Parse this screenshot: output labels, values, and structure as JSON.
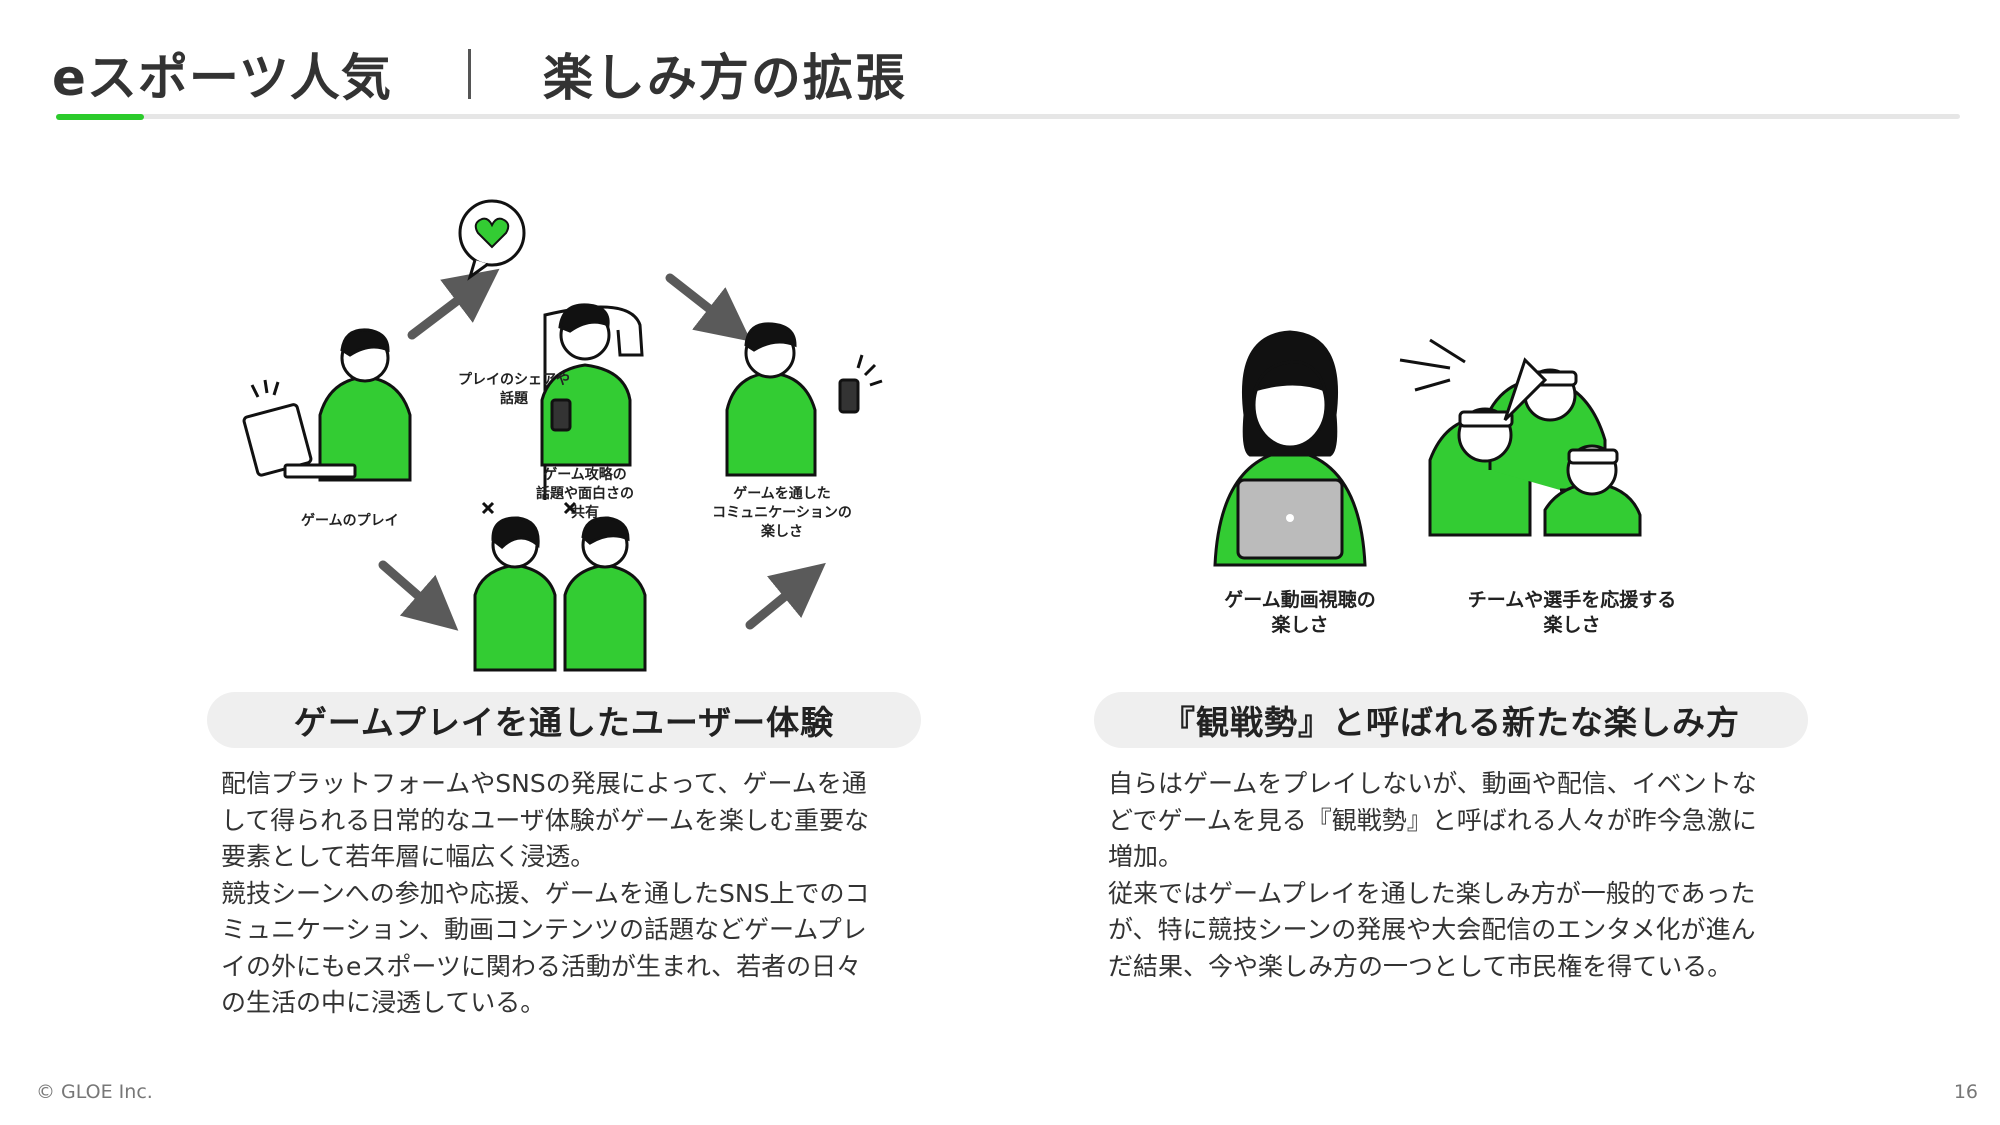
{
  "header": {
    "title": "eスポーツ人気",
    "subtitle": "楽しみ方の拡張"
  },
  "colors": {
    "accent": "#2bcb2b",
    "figure_green": "#33cc33",
    "arrow_gray": "#5a5a5a",
    "pill_bg": "#efefef"
  },
  "left_panel": {
    "illustration_captions": {
      "share": "プレイのシェアや\n話題",
      "play": "ゲームのプレイ",
      "strategy": "ゲーム攻略の\n話題や面白さの\n共有",
      "communication": "ゲームを通した\nコミュニケーションの\n楽しさ"
    },
    "heading": "ゲームプレイを通したユーザー体験",
    "body": "配信プラットフォームやSNSの発展によって、ゲームを通\nして得られる日常的なユーザ体験がゲームを楽しむ重要な\n要素として若年層に幅広く浸透。\n競技シーンへの参加や応援、ゲームを通したSNS上でのコ\nミュニケーション、動画コンテンツの話題などゲームプレ\nイの外にもeスポーツに関わる活動が生まれ、若者の日々\nの生活の中に浸透している。"
  },
  "right_panel": {
    "illustration_captions": {
      "video": "ゲーム動画視聴の\n楽しさ",
      "cheer": "チームや選手を応援する\n楽しさ"
    },
    "heading": "『観戦勢』と呼ばれる新たな楽しみ方",
    "body": "自らはゲームをプレイしないが、動画や配信、イベントな\nどでゲームを見る『観戦勢』と呼ばれる人々が昨今急激に\n増加。\n従来ではゲームプレイを通した楽しみ方が一般的であった\nが、特に競技シーンの発展や大会配信のエンタメ化が進ん\nだ結果、今や楽しみ方の一つとして市民権を得ている。"
  },
  "footer": {
    "copyright": "© GLOE Inc.",
    "page_number": "16"
  }
}
